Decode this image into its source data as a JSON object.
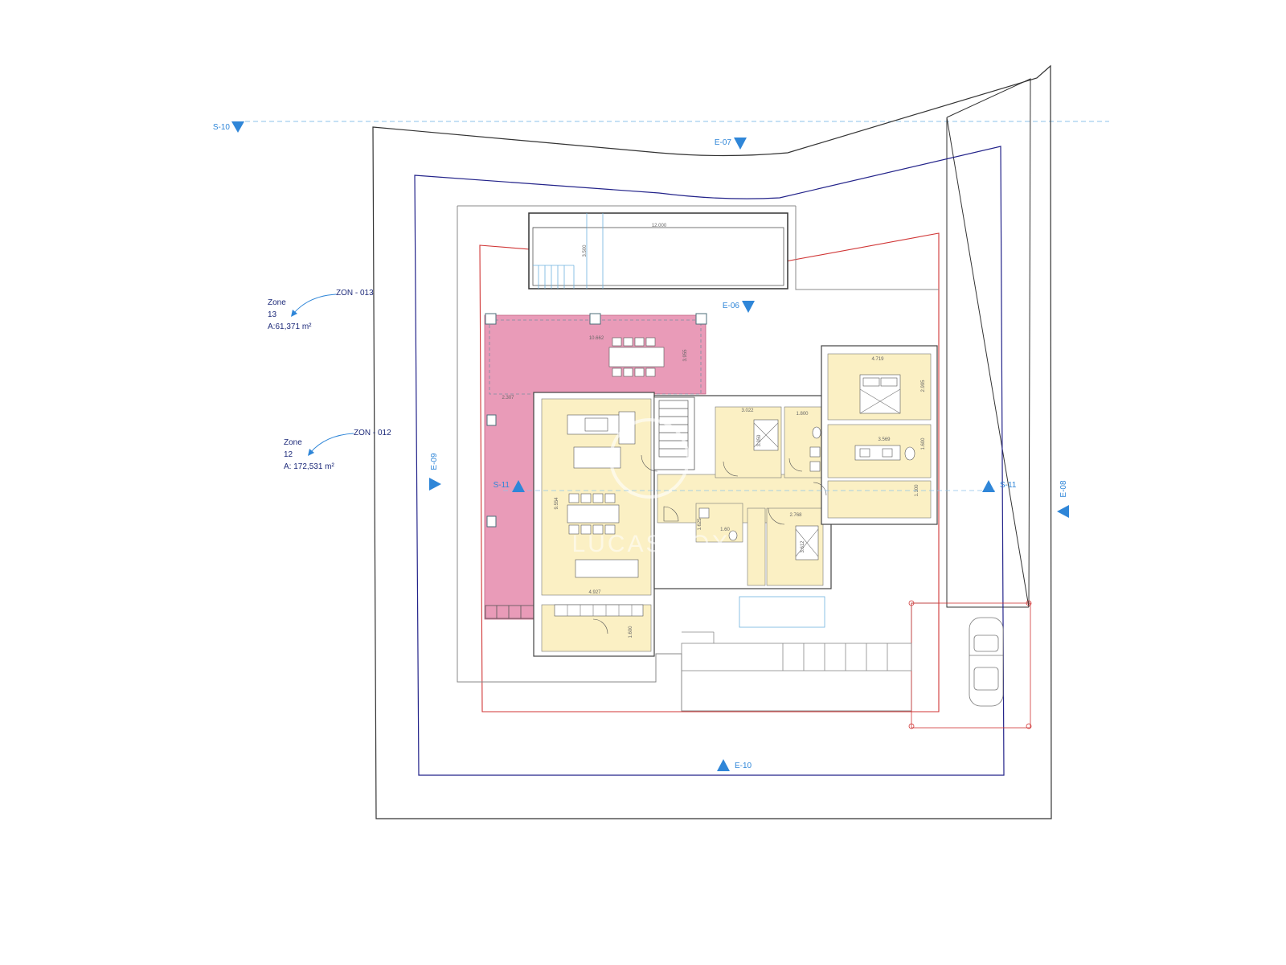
{
  "colors": {
    "site_boundary": "#333333",
    "setback_line": "#23238a",
    "building_line": "#d03535",
    "section_marker": "#2f86d8",
    "terrace": "#e99bb8",
    "interior": "#fbf0c4",
    "zone_text": "#1d2a7a"
  },
  "markers": [
    {
      "id": "S-10",
      "label": "S-10"
    },
    {
      "id": "E-07",
      "label": "E-07"
    },
    {
      "id": "E-06",
      "label": "E-06"
    },
    {
      "id": "E-09",
      "label": "E-09"
    },
    {
      "id": "S-11-left",
      "label": "S-11"
    },
    {
      "id": "S-11-right",
      "label": "S-11"
    },
    {
      "id": "E-08",
      "label": "E-08"
    },
    {
      "id": "E-10",
      "label": "E-10"
    }
  ],
  "zones": [
    {
      "id": "zone-13",
      "tag": "ZON - 013",
      "name": "Zone",
      "number": "13",
      "area": "A:61,371 m²"
    },
    {
      "id": "zone-12",
      "tag": "ZON - 012",
      "name": "Zone",
      "number": "12",
      "area": "A: 172,531 m²"
    }
  ],
  "dimensions": {
    "pool_length": "12.000",
    "pool_width": "3.500",
    "terrace_width": "10.662",
    "terrace_depth": "3.955",
    "terrace_side": "2.307",
    "living_length": "9.554",
    "kitchen_width": "4.927",
    "utility_depth": "1.600",
    "bed2_width": "3.022",
    "bed2_depth": "3.359",
    "bath2_width": "1.800",
    "master_width": "4.719",
    "master_depth": "2.995",
    "master_bath_width": "3.569",
    "master_bath_depth": "1.600",
    "master_closet": "1.100",
    "bed3_width": "2.768",
    "bed3_depth": "3.612",
    "wc_depth": "1.625",
    "wc_width": "1.60"
  },
  "watermark": "LUCAS FOX"
}
